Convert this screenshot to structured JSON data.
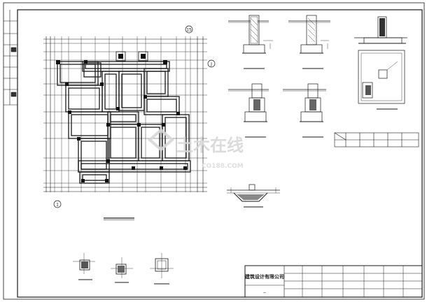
{
  "title_block": {
    "company": "建筑设计有限公司",
    "small_mark": "—"
  },
  "axes": {
    "top_right": "15",
    "right": "J",
    "bottom_left": "1"
  },
  "watermark": {
    "main": "土木在线",
    "sub": "CO188.COM"
  },
  "colors": {
    "line": "#1a1a1a",
    "grid": "#444444",
    "fill": "#555555",
    "watermark": "#d8d8d8"
  }
}
